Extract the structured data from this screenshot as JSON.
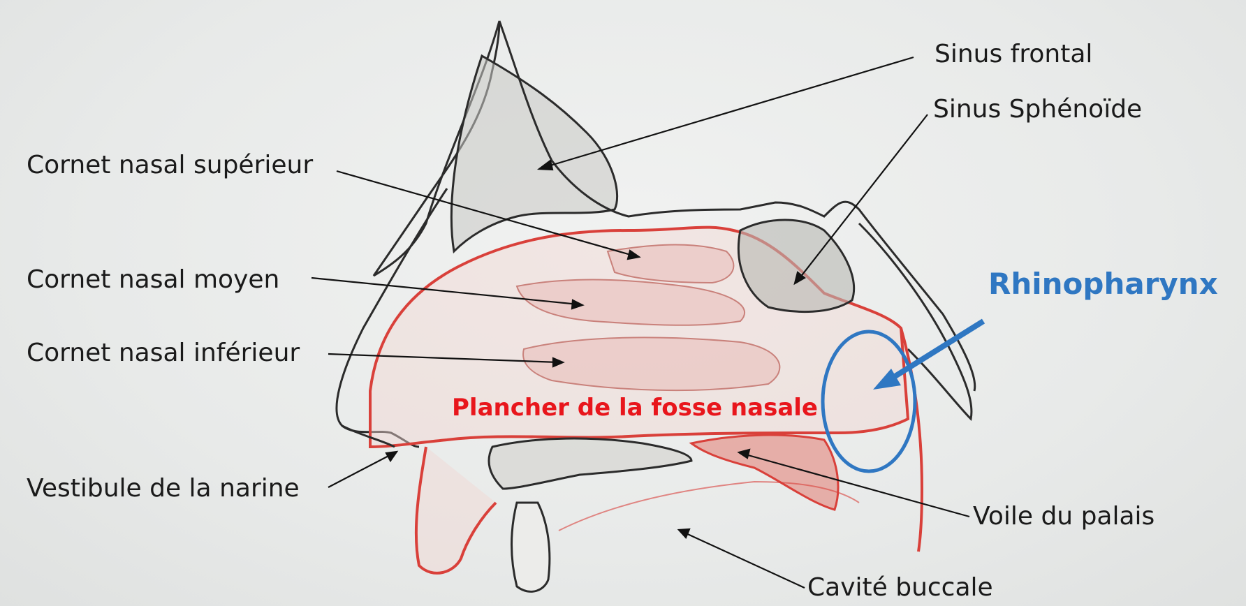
{
  "diagram": {
    "labels": {
      "sinus_frontal": "Sinus frontal",
      "sinus_sphenoide": "Sinus Sphénoïde",
      "cornet_superieur": "Cornet nasal supérieur",
      "cornet_moyen": "Cornet nasal moyen",
      "cornet_inferieur": "Cornet nasal inférieur",
      "vestibule": "Vestibule de la narine",
      "plancher": "Plancher de la fosse nasale",
      "rhinopharynx": "Rhinopharynx",
      "voile_palais": "Voile du palais",
      "cavite_buccale": "Cavité buccale"
    },
    "colors": {
      "outline": "#2b2b2b",
      "mucosa": "#d9403a",
      "highlight_red": "#e8161c",
      "highlight_blue": "#2f77c2",
      "shading": "#9a9a96"
    }
  }
}
